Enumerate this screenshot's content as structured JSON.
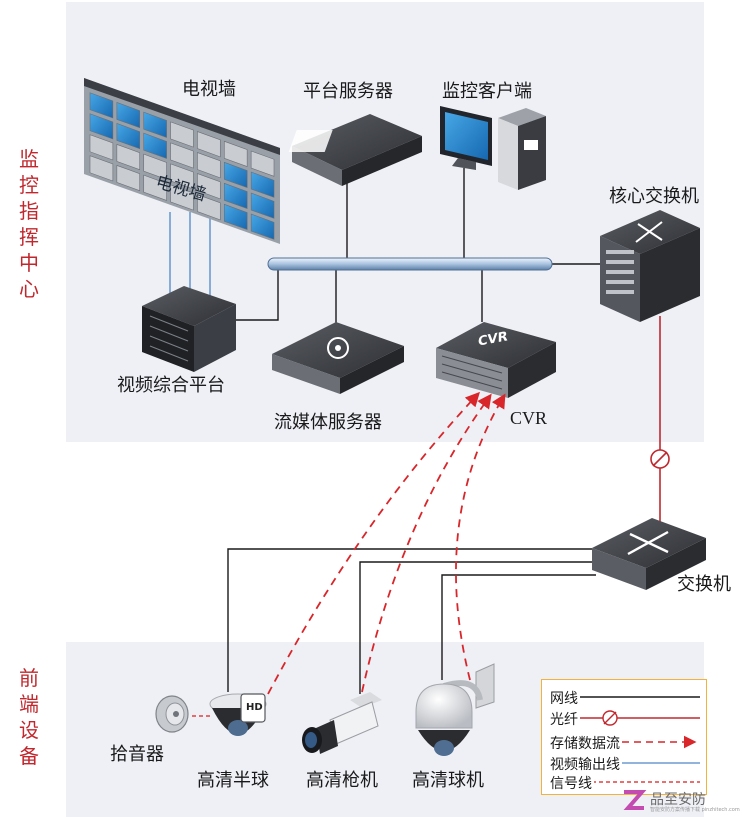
{
  "zones": {
    "center": "监控指挥中心",
    "front": "前端设备"
  },
  "devices": {
    "tv_wall": "电视墙",
    "tv_wall_screen": "电视墙",
    "platform_server": "平台服务器",
    "client": "监控客户端",
    "core_switch": "核心交换机",
    "video_platform": "视频综合平台",
    "media_server": "流媒体服务器",
    "cvr": "CVR",
    "cvr_badge": "CVR",
    "switch": "交换机",
    "pickup": "拾音器",
    "dome": "高清半球",
    "bullet": "高清枪机",
    "speed_dome": "高清球机",
    "hd_badge": "HD"
  },
  "legend": {
    "items": [
      {
        "label": "网线",
        "color": "#1a1a1a"
      },
      {
        "label": "光纤",
        "color": "#c0282e"
      },
      {
        "label": "存储数据流",
        "color": "#d8262a"
      },
      {
        "label": "视频输出线",
        "color": "#6e9bd1"
      },
      {
        "label": "信号线",
        "color": "#e04040"
      }
    ]
  },
  "watermark": {
    "brand": "品至安防",
    "sub": "智能安防方案传播下载 pinzhitech.com"
  },
  "colors": {
    "panel": "#eef0f6",
    "zone_label": "#c0282e",
    "storage_flow": "#d8262a",
    "video_line": "#6e9bd1",
    "legend_border": "#f3b23c"
  }
}
